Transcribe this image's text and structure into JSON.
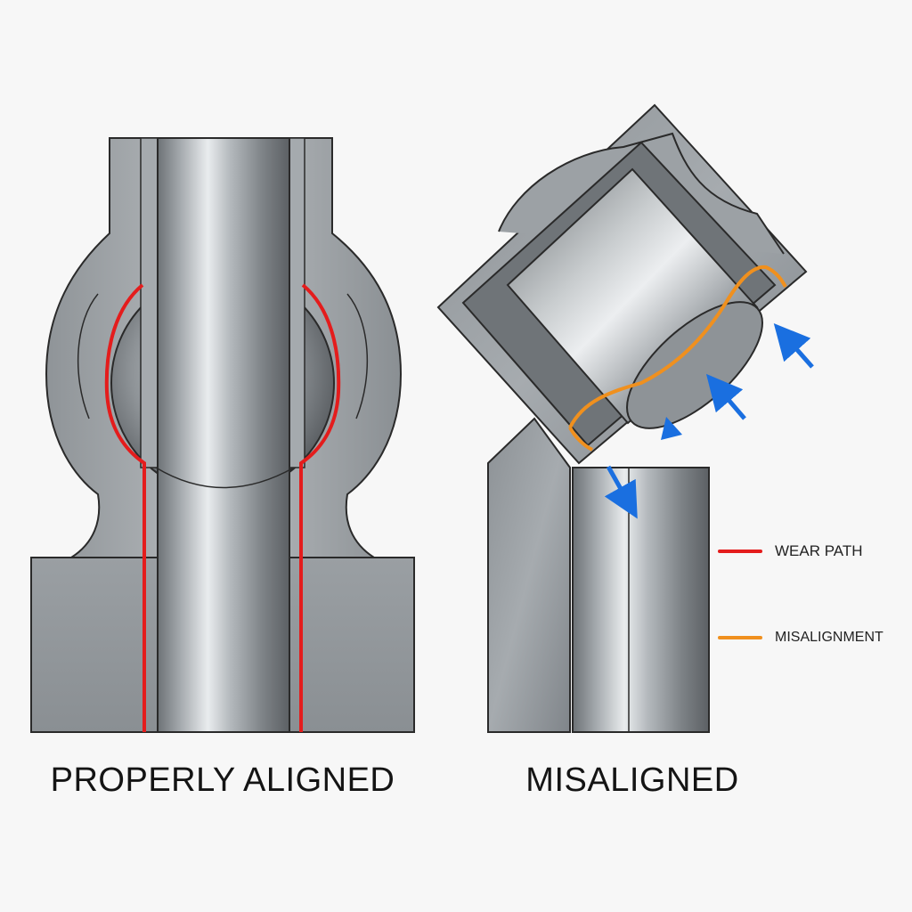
{
  "figure": {
    "left_caption": "PROPERLY ALIGNED",
    "right_caption": "MISALIGNED"
  },
  "legend": [
    {
      "label": "WEAR PATH",
      "color": "#e41c1c"
    },
    {
      "label": "MISALIGNMENT",
      "color": "#f0901e"
    }
  ],
  "colors": {
    "wear_path": "#e41c1c",
    "misalignment": "#f0901e",
    "force_arrows": "#1a6fe0",
    "metal_base": "#9ea3a7",
    "outline": "#2a2a2a"
  },
  "icons": [
    "force-arrow-icon"
  ]
}
